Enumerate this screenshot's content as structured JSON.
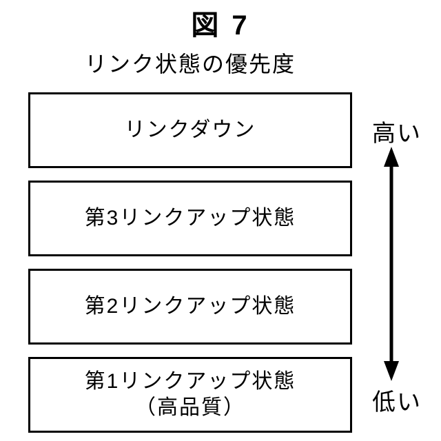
{
  "figure": {
    "label": "図 7",
    "title": "リンク状態の優先度"
  },
  "diagram": {
    "boxes": [
      {
        "label": "リンクダウン",
        "sublabel": ""
      },
      {
        "label": "第3リンクアップ状態",
        "sublabel": ""
      },
      {
        "label": "第2リンクアップ状態",
        "sublabel": ""
      },
      {
        "label": "第1リンクアップ状態",
        "sublabel": "（高品質）"
      }
    ],
    "priority_arrow": {
      "high_label": "高い",
      "low_label": "低い"
    }
  },
  "colors": {
    "ink": "#000000",
    "background": "#ffffff"
  }
}
